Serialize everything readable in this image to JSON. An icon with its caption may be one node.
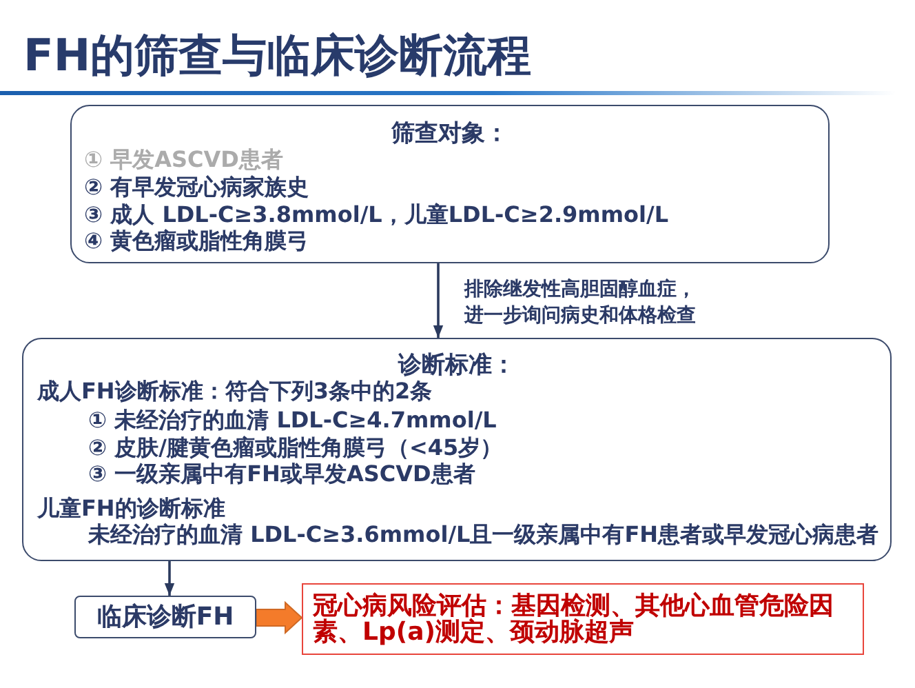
{
  "diagram": {
    "title": "FH的筛查与临床诊断流程",
    "nodes": [
      {
        "text": [
          "筛查对象：",
          "① 早发ASCVD患者",
          "② 有早发冠心病家族史",
          "③ 成人 LDL-C≥3.8mmol/L，儿童LDL-C≥2.9mmol/L",
          "④ 黄色瘤或脂性角膜弓"
        ]
      },
      {
        "text": [
          "诊断标准：",
          "成人FH诊断标准：符合下列3条中的2条",
          "① 未经治疗的血清 LDL-C≥4.7mmol/L",
          "② 皮肤/腱黄色瘤或脂性角膜弓（<45岁）",
          "③ 一级亲属中有FH或早发ASCVD患者",
          "儿童FH的诊断标准",
          "未经治疗的血清 LDL-C≥3.6mmol/L且一级亲属中有FH患者或早发冠心病患者"
        ]
      },
      {
        "text": [
          "临床诊断FH"
        ]
      },
      {
        "text": [
          "冠心病风险评估：基因检测、其他心血管危险因素、Lp(a)测定、颈动脉超声"
        ]
      }
    ],
    "edges": [
      {
        "from": 0,
        "to": 1,
        "arrow": "to",
        "label": "排除继发性高胆固醇血症，进一步询问病史和体格检查"
      },
      {
        "from": 1,
        "to": 2,
        "arrow": "to"
      },
      {
        "from": 2,
        "to": 3,
        "arrow": "to",
        "style": "thick",
        "color": "#f47b2a"
      }
    ]
  }
}
